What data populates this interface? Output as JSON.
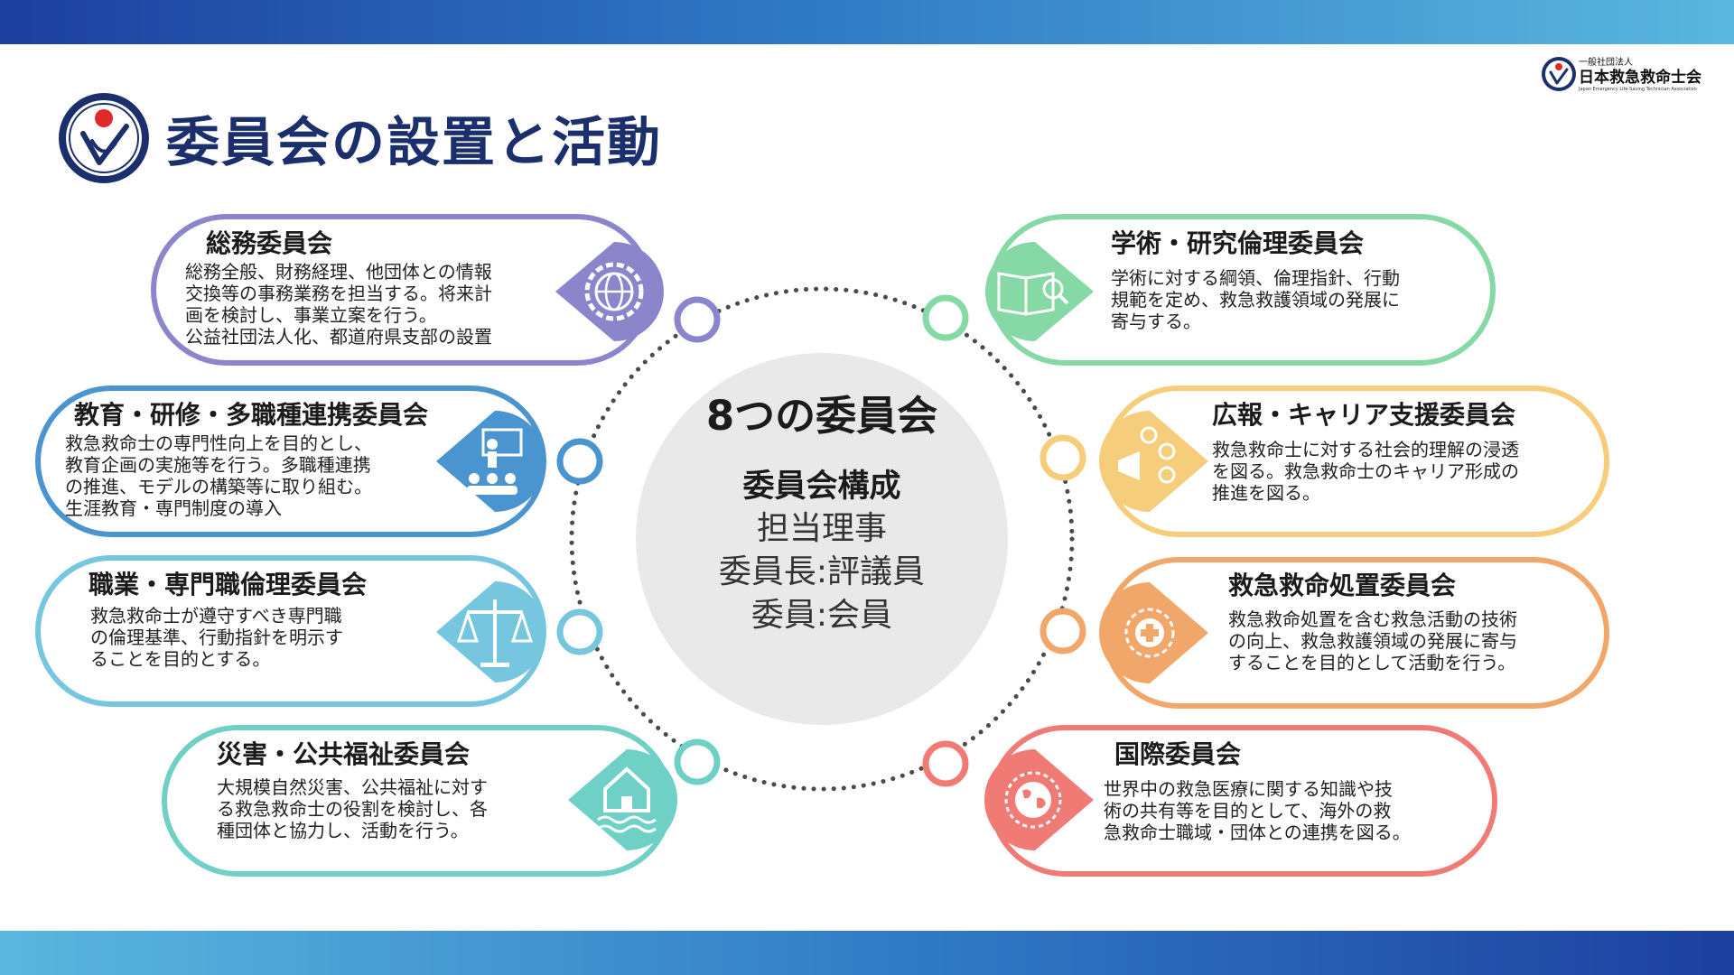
{
  "page": {
    "title": "委員会の設置と活動"
  },
  "org": {
    "prefix": "一般社団法人",
    "name": "日本救急救命士会",
    "name_en": "Japan Emergency Life-Saving Technician Association"
  },
  "center": {
    "title": "8つの委員会",
    "subtitle": "委員会構成",
    "lines": [
      "担当理事",
      "委員長:評議員",
      "委員:会員"
    ]
  },
  "committees": [
    {
      "title": "総務委員会",
      "desc": "総務全般、財務経理、他団体との情報\n交換等の事務業務を担当する。将来計\n画を検討し、事業立案を行う。\n公益社団法人化、都道府県支部の設置",
      "color": "#8b86cc",
      "icon": "gear-globe-icon"
    },
    {
      "title": "教育・研修・多職種連携委員会",
      "desc": "救急救命士の専門性向上を目的とし、\n教育企画の実施等を行う。多職種連携\nの推進、モデルの構築等に取り組む。\n生涯教育・専門制度の導入",
      "color": "#4a95cf",
      "icon": "lecture-icon"
    },
    {
      "title": "職業・専門職倫理委員会",
      "desc": "救急救命士が遵守すべき専門職\nの倫理基準、行動指針を明示す\nることを目的とする。",
      "color": "#76c6e0",
      "icon": "scales-icon"
    },
    {
      "title": "災害・公共福祉委員会",
      "desc": "大規模自然災害、公共福祉に対す\nる救急救命士の役割を検討し、各\n種団体と協力し、活動を行う。",
      "color": "#6fd0c6",
      "icon": "flood-house-icon"
    },
    {
      "title": "学術・研究倫理委員会",
      "desc": "学術に対する綱領、倫理指針、行動\n規範を定め、救急救護領域の発展に\n寄与する。",
      "color": "#86d9a4",
      "icon": "book-magnifier-icon"
    },
    {
      "title": "広報・キャリア支援委員会",
      "desc": "救急救命士に対する社会的理解の浸透\nを図る。救急救命士のキャリア形成の\n推進を図る。",
      "color": "#f6cd7a",
      "icon": "megaphone-people-icon"
    },
    {
      "title": "救急救命処置委員会",
      "desc": "救急救命処置を含む救急活動の技術\nの向上、救急救護領域の発展に寄与\nすることを目的として活動を行う。",
      "color": "#f2a76a",
      "icon": "medical-cross-icon"
    },
    {
      "title": "国際委員会",
      "desc": "世界中の救急医療に関する知識や技\n術の共有等を目的として、海外の救\n急救命士職域・団体との連携を図る。",
      "color": "#ef7b74",
      "icon": "globe-icon"
    }
  ]
}
